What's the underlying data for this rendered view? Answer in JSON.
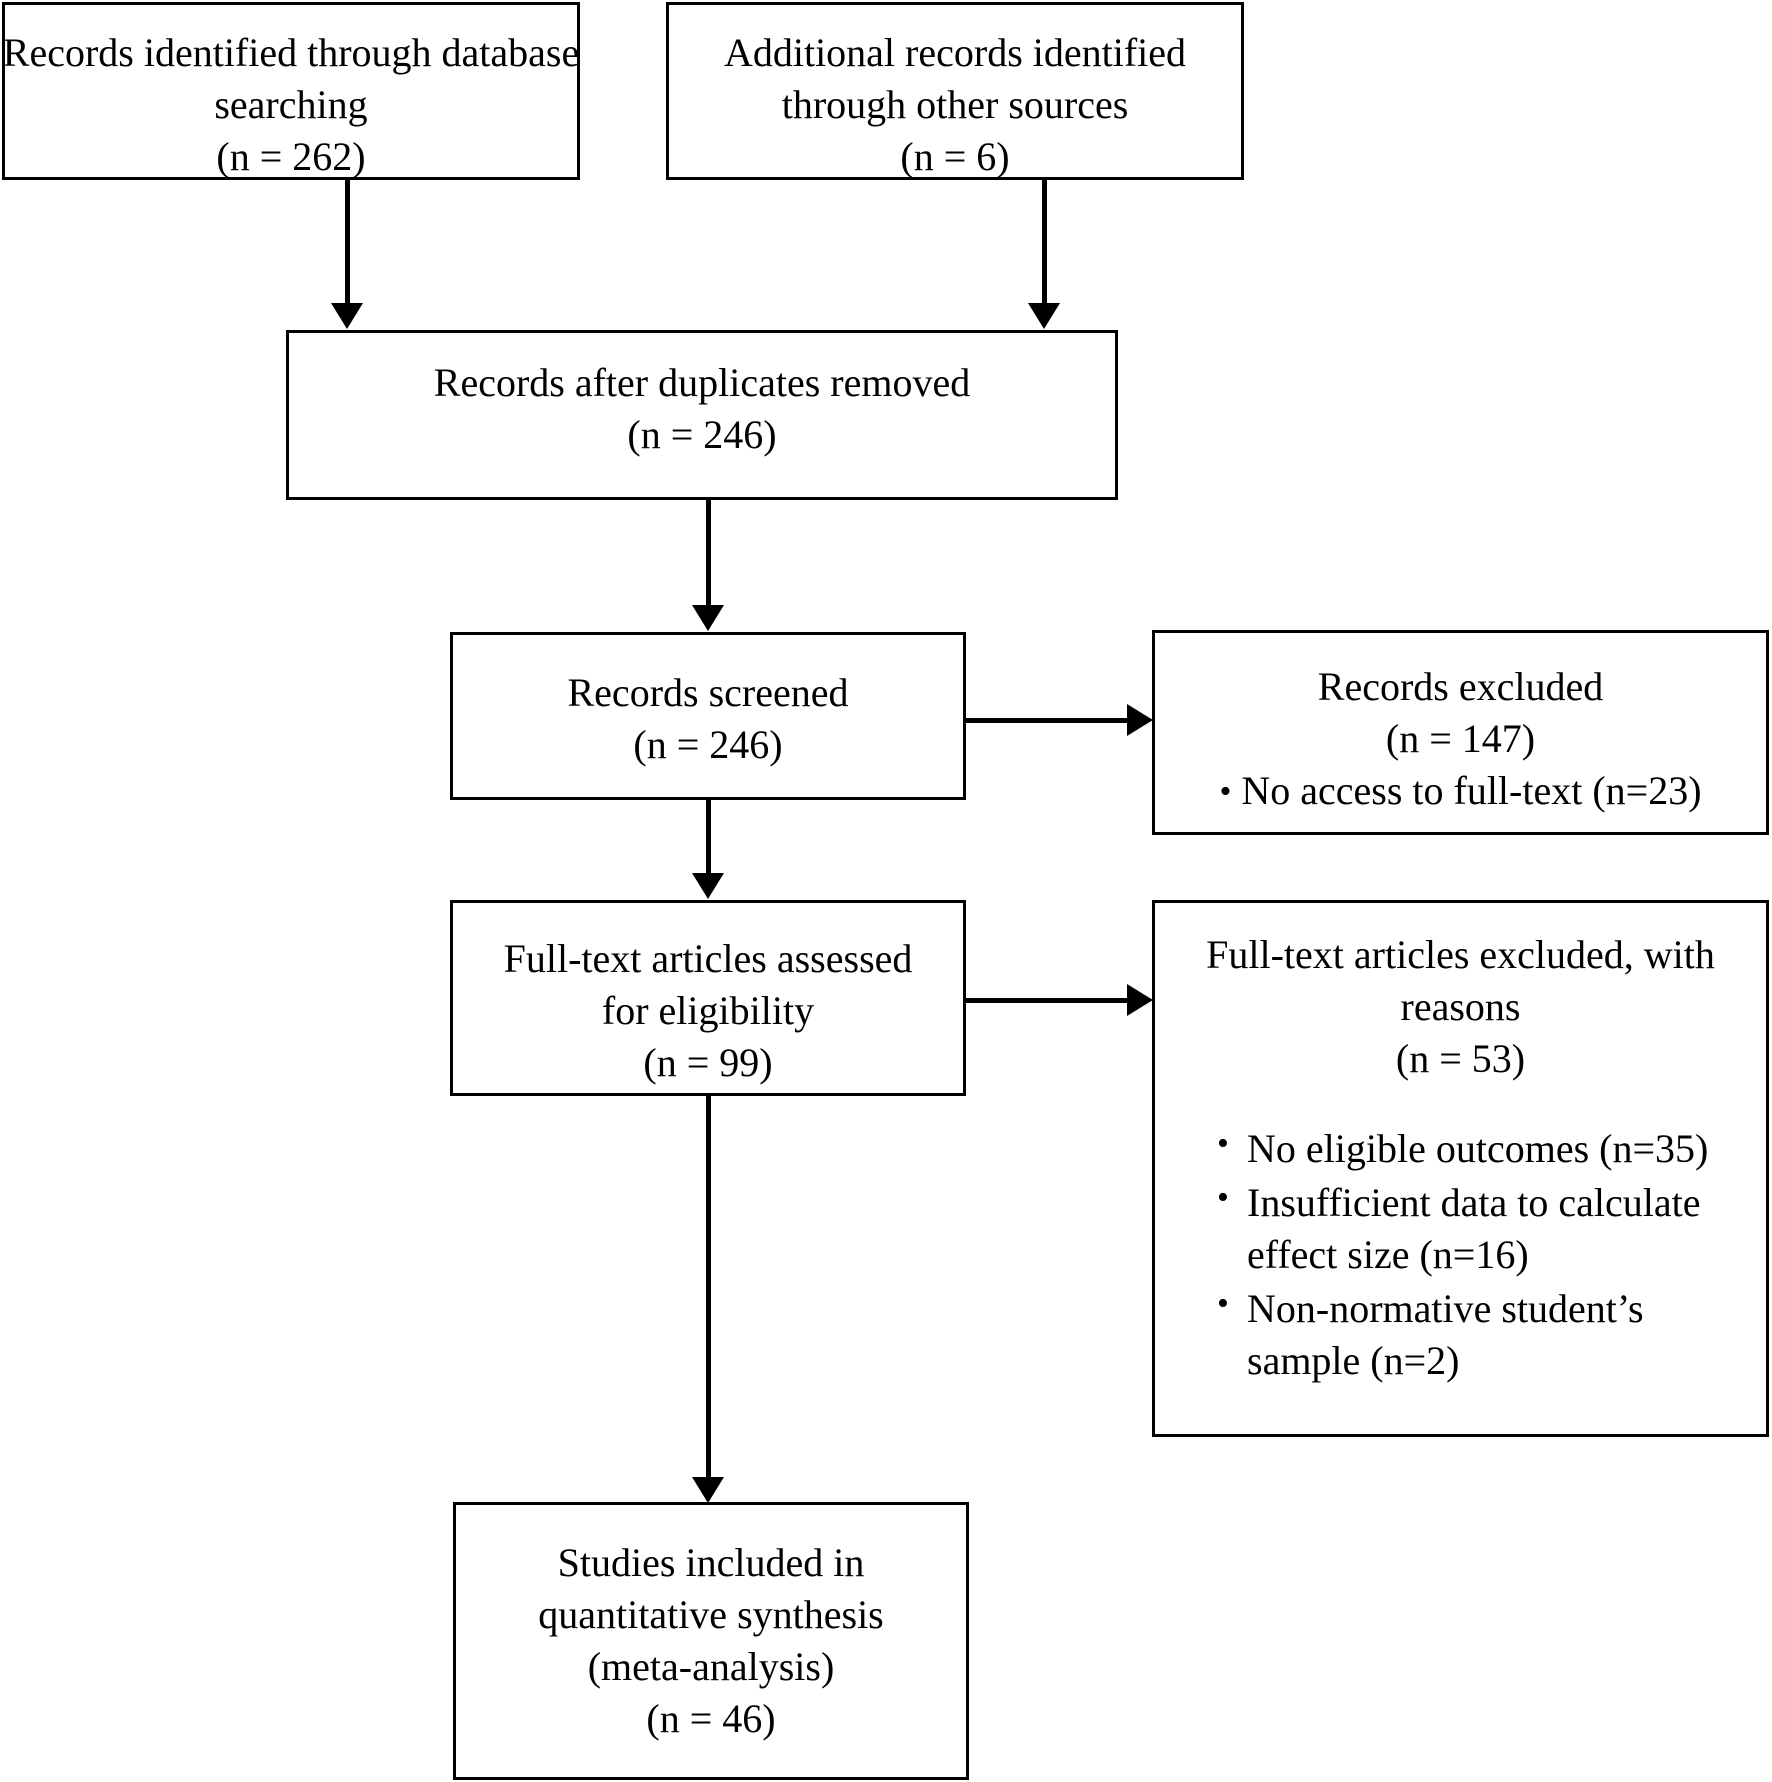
{
  "diagram": {
    "title": "PRISMA flow diagram",
    "type": "prisma-flow",
    "stroke_color": "#000000",
    "background_color": "#ffffff"
  },
  "nodes": {
    "identified_database": {
      "line1": "Records identified through database",
      "line2": "searching",
      "line3": "(n = 262)",
      "n": 262
    },
    "identified_other": {
      "line1": "Additional records identified",
      "line2": "through other sources",
      "line3": "(n = 6)",
      "n": 6
    },
    "duplicates_removed": {
      "line1": "Records after duplicates removed",
      "line2": "(n = 246)",
      "n": 246
    },
    "records_screened": {
      "line1": "Records screened",
      "line2": "(n = 246)",
      "n": 246
    },
    "records_excluded": {
      "line1": "Records excluded",
      "line2": "(n = 147)",
      "n": 147,
      "reason1": "No access to full-text (n=23)"
    },
    "fulltext_assessed": {
      "line1": "Full-text articles assessed",
      "line2": "for eligibility",
      "line3": "(n = 99)",
      "n": 99
    },
    "fulltext_excluded": {
      "line1": "Full-text articles excluded, with",
      "line2": "reasons",
      "line3": "(n = 53)",
      "n": 53,
      "reasons": [
        "No eligible outcomes (n=35)",
        "Insufficient data to calculate effect size (n=16)",
        "Non-normative student’s sample (n=2)"
      ]
    },
    "studies_included": {
      "line1": "Studies included in",
      "line2": "quantitative synthesis",
      "line3": "(meta-analysis)",
      "line4": "(n = 46)",
      "n": 46
    }
  }
}
